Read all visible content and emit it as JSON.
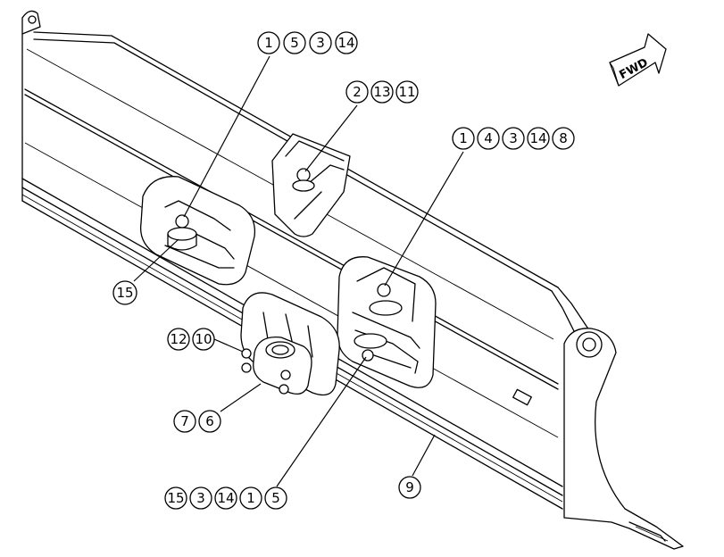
{
  "forward_arrow": {
    "label": "FWD"
  },
  "callout_groups": [
    {
      "name": "group-top-left-pivot",
      "numbers": [
        "1",
        "5",
        "3",
        "14"
      ]
    },
    {
      "name": "group-top-center-bracket",
      "numbers": [
        "2",
        "13",
        "11"
      ]
    },
    {
      "name": "group-right-pivot",
      "numbers": [
        "1",
        "4",
        "3",
        "14",
        "8"
      ]
    },
    {
      "name": "group-left-lower-pivot",
      "numbers": [
        "15"
      ]
    },
    {
      "name": "group-clamp-bolts",
      "numbers": [
        "12",
        "10"
      ]
    },
    {
      "name": "group-clamp-body",
      "numbers": [
        "7",
        "6"
      ]
    },
    {
      "name": "group-bottom-pivot",
      "numbers": [
        "15",
        "3",
        "14",
        "1",
        "5"
      ]
    },
    {
      "name": "group-blade-edge",
      "numbers": [
        "9"
      ]
    }
  ],
  "colors": {
    "line": "#000000",
    "background": "#ffffff"
  },
  "icons": {
    "forward_arrow": "arrow-right-icon"
  }
}
